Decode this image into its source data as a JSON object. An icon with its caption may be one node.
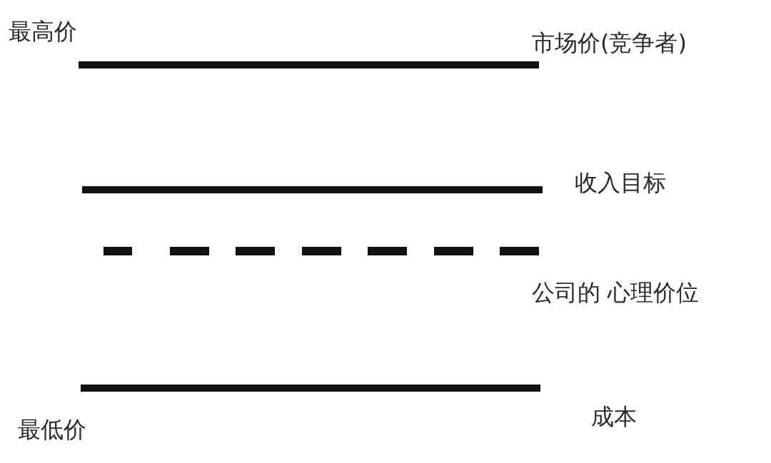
{
  "diagram": {
    "labels": [
      "最高价",
      "市场价(竞争者)",
      "收入目标",
      "公司的 心理价位",
      "成本",
      "最低价"
    ]
  }
}
